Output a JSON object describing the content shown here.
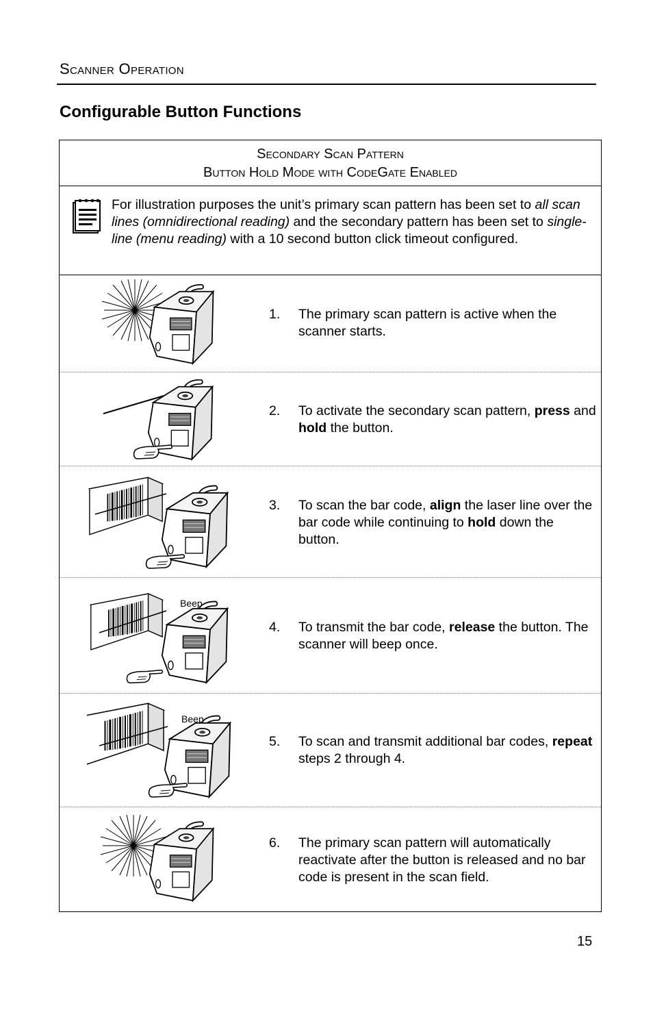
{
  "header": {
    "running_head": "Scanner Operation"
  },
  "section_title": "Configurable Button Functions",
  "table": {
    "caption_line1": "Secondary Scan Pattern",
    "caption_line2": "Button Hold Mode with CodeGate Enabled",
    "note": {
      "icon": "notepad-icon",
      "t1": "For illustration purposes the unit’s primary scan pattern has been set to ",
      "t2": "all scan lines (omnidirectional reading)",
      "t3": " and the secondary pattern has been set to ",
      "t4": "single-line (menu reading)",
      "t5": " with a 10 second button click timeout configured."
    },
    "steps": [
      {
        "num": "1.",
        "parts": [
          "The primary scan pattern is active when the scanner starts."
        ]
      },
      {
        "num": "2.",
        "parts": [
          "To activate the secondary scan pattern, ",
          "press",
          " and ",
          "hold",
          " the button."
        ]
      },
      {
        "num": "3.",
        "parts": [
          "To scan the bar code, ",
          "align",
          " the laser line over the bar code while continuing to ",
          "hold",
          " down the button."
        ]
      },
      {
        "num": "4.",
        "parts": [
          "To transmit the bar code, ",
          "release",
          " the button.  The scanner will beep once."
        ],
        "beep": "Beep"
      },
      {
        "num": "5.",
        "parts": [
          "To scan and transmit additional bar codes, ",
          "repeat",
          " steps 2 through 4."
        ],
        "beep": "Beep"
      },
      {
        "num": "6.",
        "parts": [
          "The primary scan pattern will automatically reactivate after the button is released and no bar code is present in the scan field."
        ]
      }
    ]
  },
  "footer": {
    "page_number": "15"
  }
}
